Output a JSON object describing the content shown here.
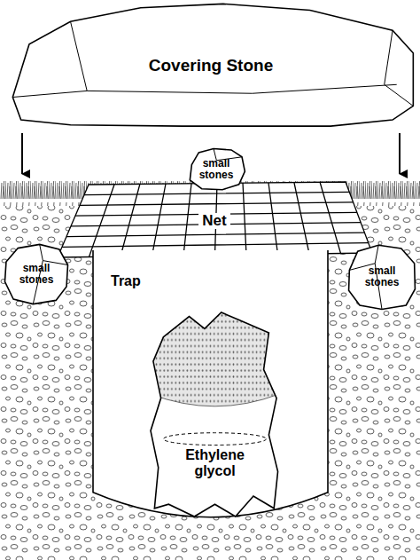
{
  "diagram": {
    "nodes": [
      {
        "text": [
          "Covering Stone"
        ]
      },
      {
        "text": [
          "small stones"
        ]
      },
      {
        "text": [
          "small stones"
        ]
      },
      {
        "text": [
          "small stones"
        ]
      },
      {
        "text": [
          "Trap"
        ]
      },
      {
        "text": [
          "Ethylene glycol"
        ],
        "in": 4
      }
    ],
    "labels": [
      "Net"
    ]
  }
}
